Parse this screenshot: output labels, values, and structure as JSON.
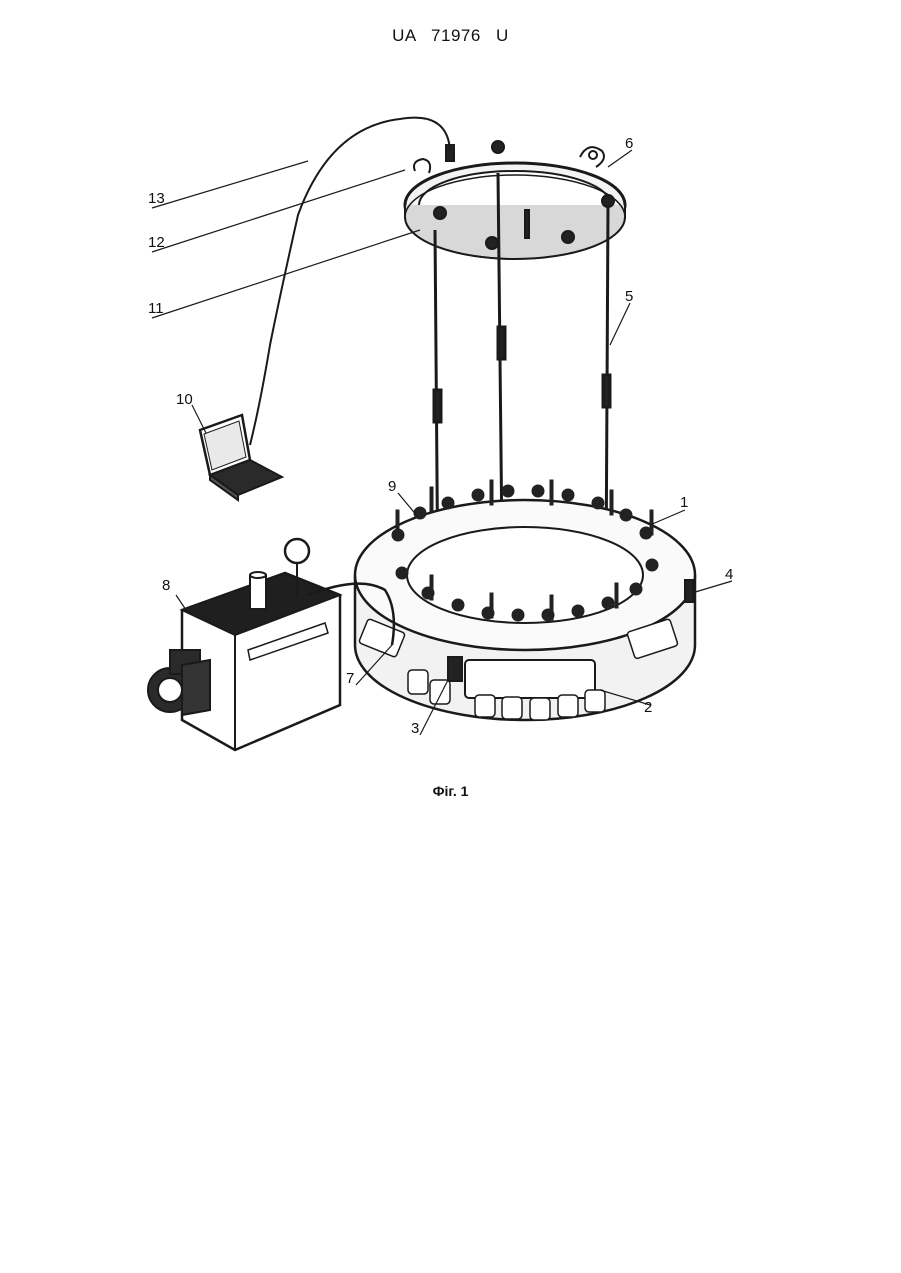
{
  "header": {
    "text": "UA   71976   U"
  },
  "figure": {
    "caption": "Фіг. 1",
    "labels": [
      {
        "id": "1",
        "text": "1"
      },
      {
        "id": "2",
        "text": "2"
      },
      {
        "id": "3",
        "text": "3"
      },
      {
        "id": "4",
        "text": "4"
      },
      {
        "id": "5",
        "text": "5"
      },
      {
        "id": "6",
        "text": "6"
      },
      {
        "id": "7",
        "text": "7"
      },
      {
        "id": "8",
        "text": "8"
      },
      {
        "id": "9",
        "text": "9"
      },
      {
        "id": "10",
        "text": "10"
      },
      {
        "id": "11",
        "text": "11"
      },
      {
        "id": "12",
        "text": "12"
      },
      {
        "id": "13",
        "text": "13"
      }
    ]
  }
}
